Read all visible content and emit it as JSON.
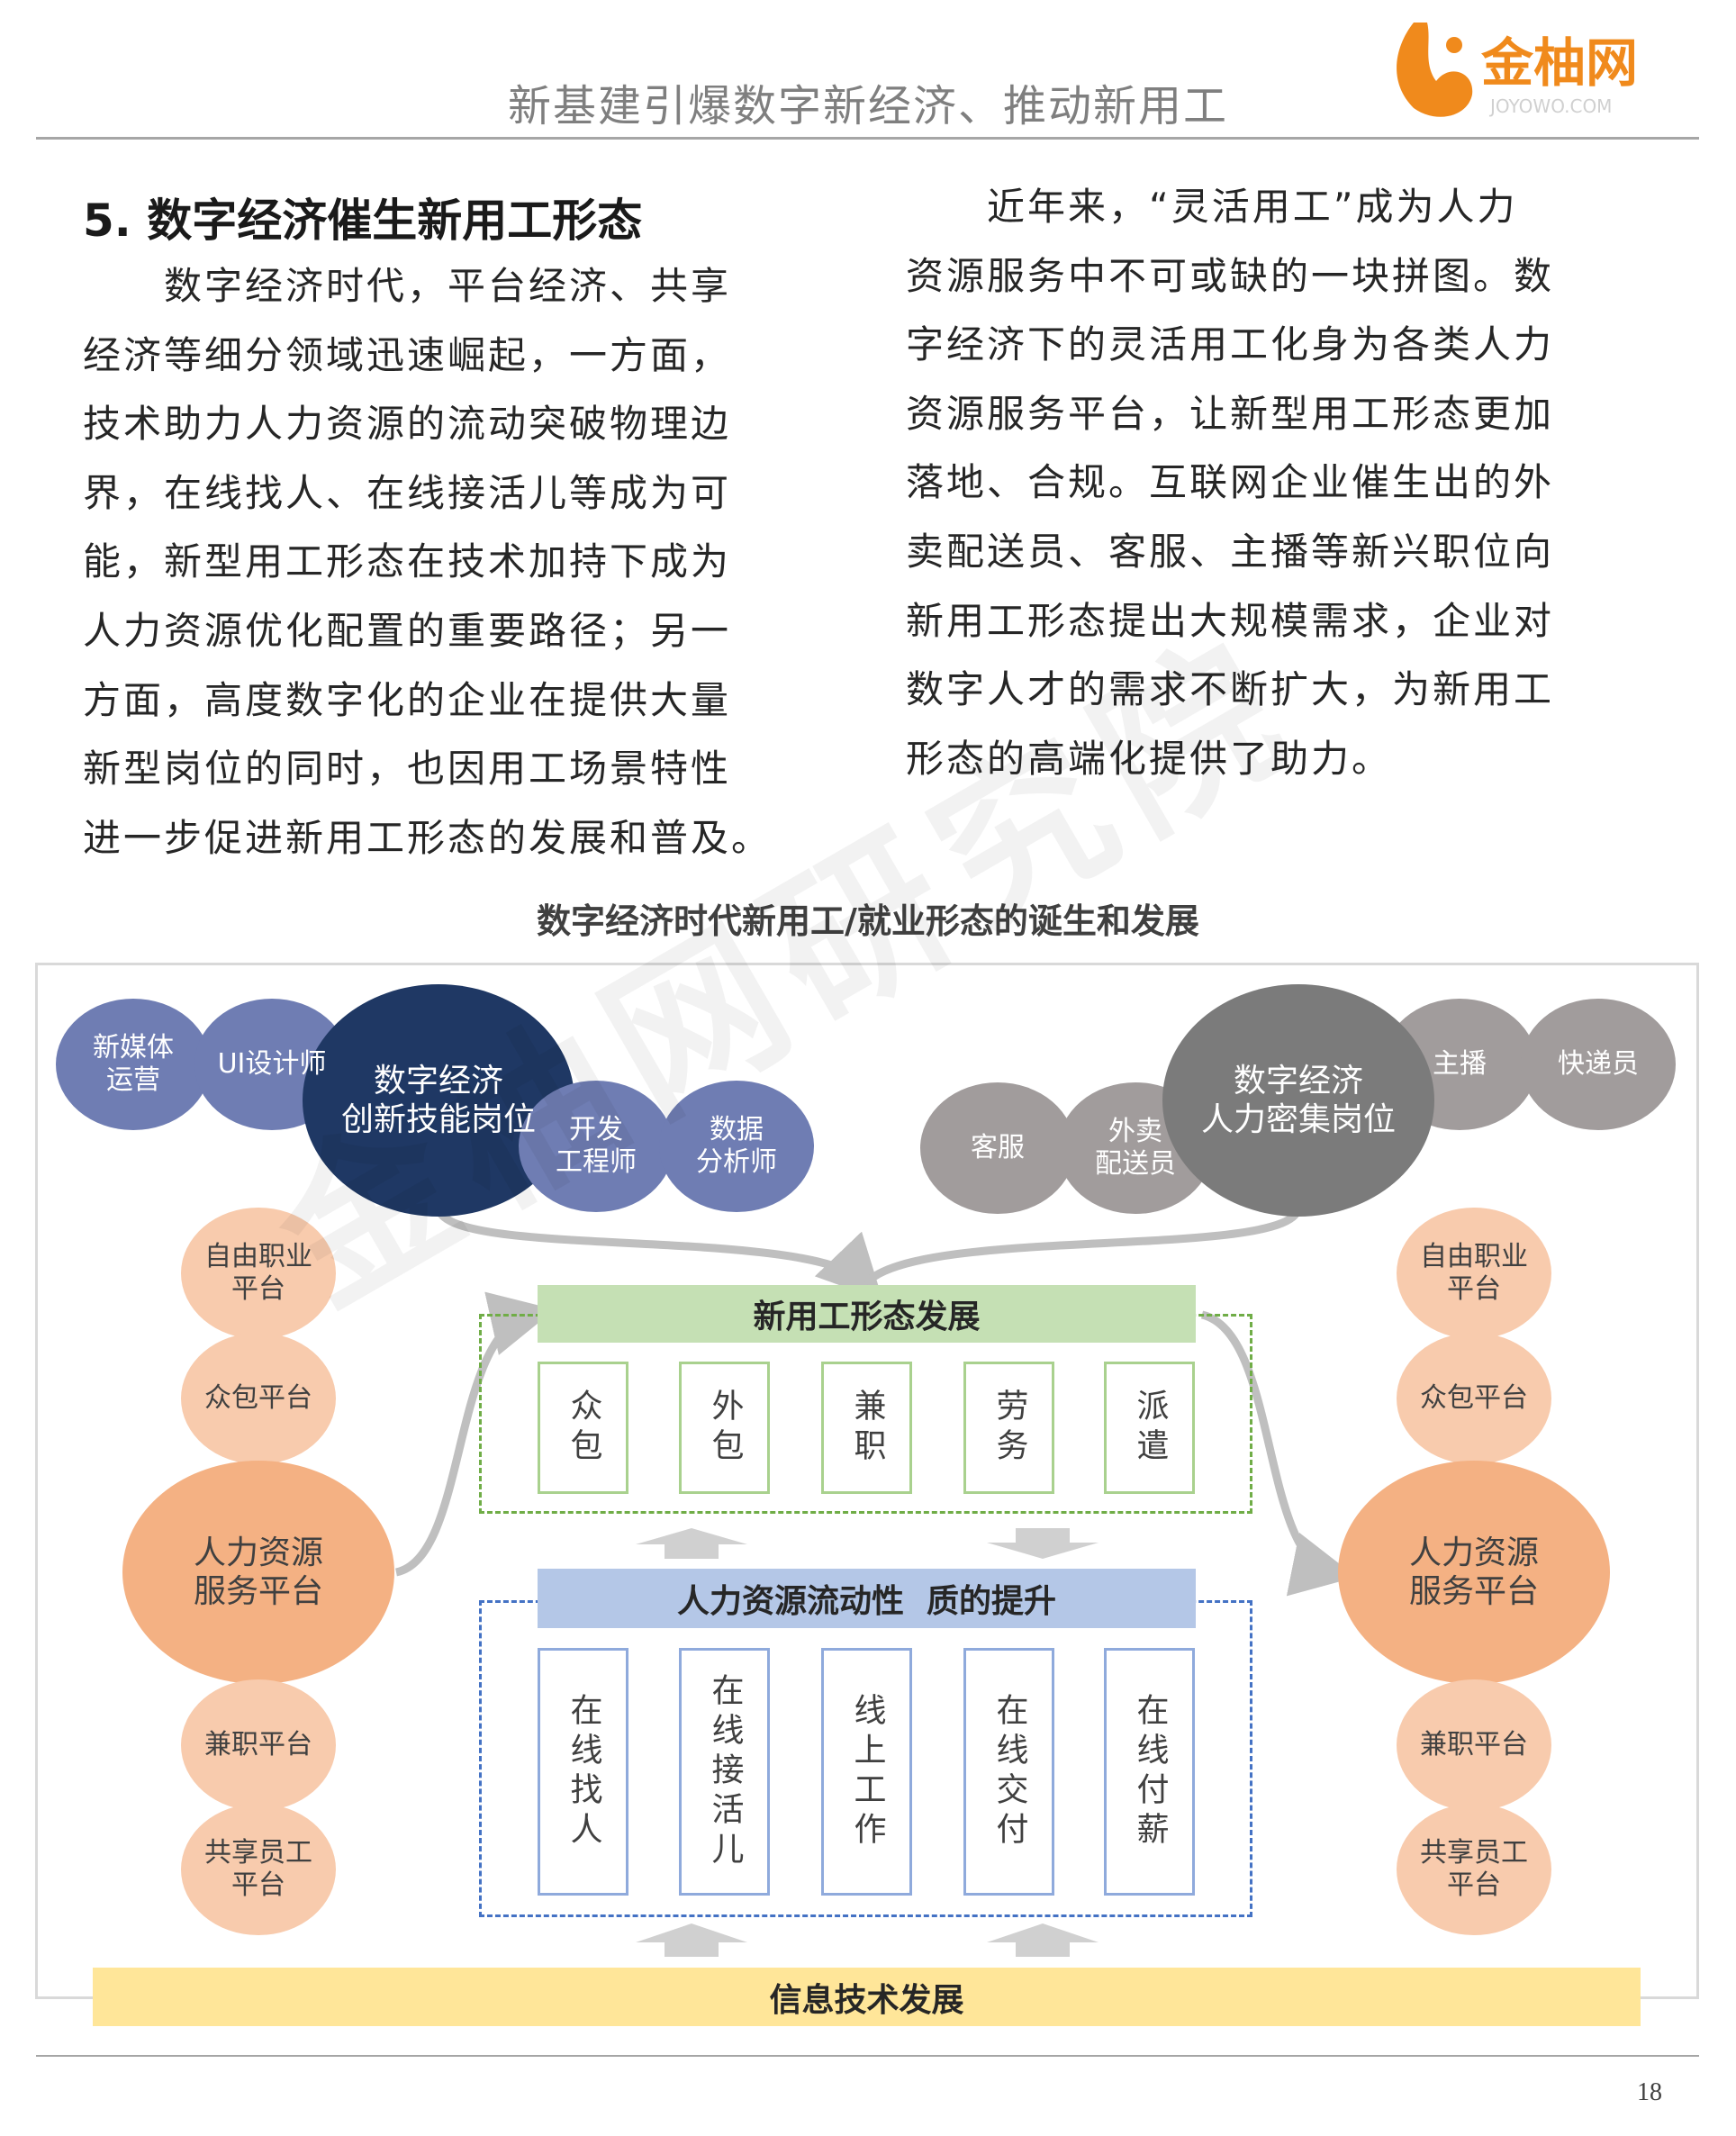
{
  "header": {
    "title": "新基建引爆数字新经济、推动新用工",
    "logo_text": "金柚网",
    "logo_domain": "JOYOWO.COM"
  },
  "section": {
    "title": "5. 数字经济催生新用工形态"
  },
  "left_paragraph": [
    "　　数字经济时代，平台经济、共享",
    "经济等细分领域迅速崛起，一方面，",
    "技术助力人力资源的流动突破物理边",
    "界，在线找人、在线接活儿等成为可",
    "能，新型用工形态在技术加持下成为",
    "人力资源优化配置的重要路径；另一",
    "方面，高度数字化的企业在提供大量",
    "新型岗位的同时，也因用工场景特性",
    "进一步促进新用工形态的发展和普及。"
  ],
  "right_paragraph": [
    "　　近年来，“灵活用工”成为人力",
    "资源服务中不可或缺的一块拼图。数",
    "字经济下的灵活用工化身为各类人力",
    "资源服务平台，让新型用工形态更加",
    "落地、合规。互联网企业催生出的外",
    "卖配送员、客服、主播等新兴职位向",
    "新用工形态提出大规模需求，企业对",
    "数字人才的需求不断扩大，为新用工",
    "形态的高端化提供了助力。"
  ],
  "diagram": {
    "title": "数字经济时代新用工/就业形态的诞生和发展",
    "watermark": "金柚网研究院",
    "left_cluster": {
      "main": "数字经济\n创新技能岗位",
      "items": [
        "新媒体\n运营",
        "UI设计师",
        "开发\n工程师",
        "数据\n分析师"
      ]
    },
    "right_cluster": {
      "main": "数字经济\n人力密集岗位",
      "items": [
        "客服",
        "外卖\n配送员",
        "主播",
        "快递员"
      ]
    },
    "side_platforms": [
      "自由职业\n平台",
      "众包平台",
      "人力资源\n服务平台",
      "兼职平台",
      "共享员工\n平台"
    ],
    "new_forms": {
      "title": "新用工形态发展",
      "items": [
        "众包",
        "外包",
        "兼职",
        "劳务",
        "派遣"
      ]
    },
    "mobility": {
      "title": "人力资源流动性  质的提升",
      "items": [
        "在线找人",
        "在线接活儿",
        "线上工作",
        "在线交付",
        "在线付薪"
      ]
    },
    "foundation": "信息技术发展"
  },
  "footer": {
    "page_number": "18"
  },
  "colors": {
    "navy": "#1f3864",
    "blue": "#6f7db3",
    "gray": "#7b7b7b",
    "orange": "#f4b183",
    "green": "#c5e0b4",
    "lightblue": "#b4c7e7",
    "yellow": "#ffe699"
  }
}
